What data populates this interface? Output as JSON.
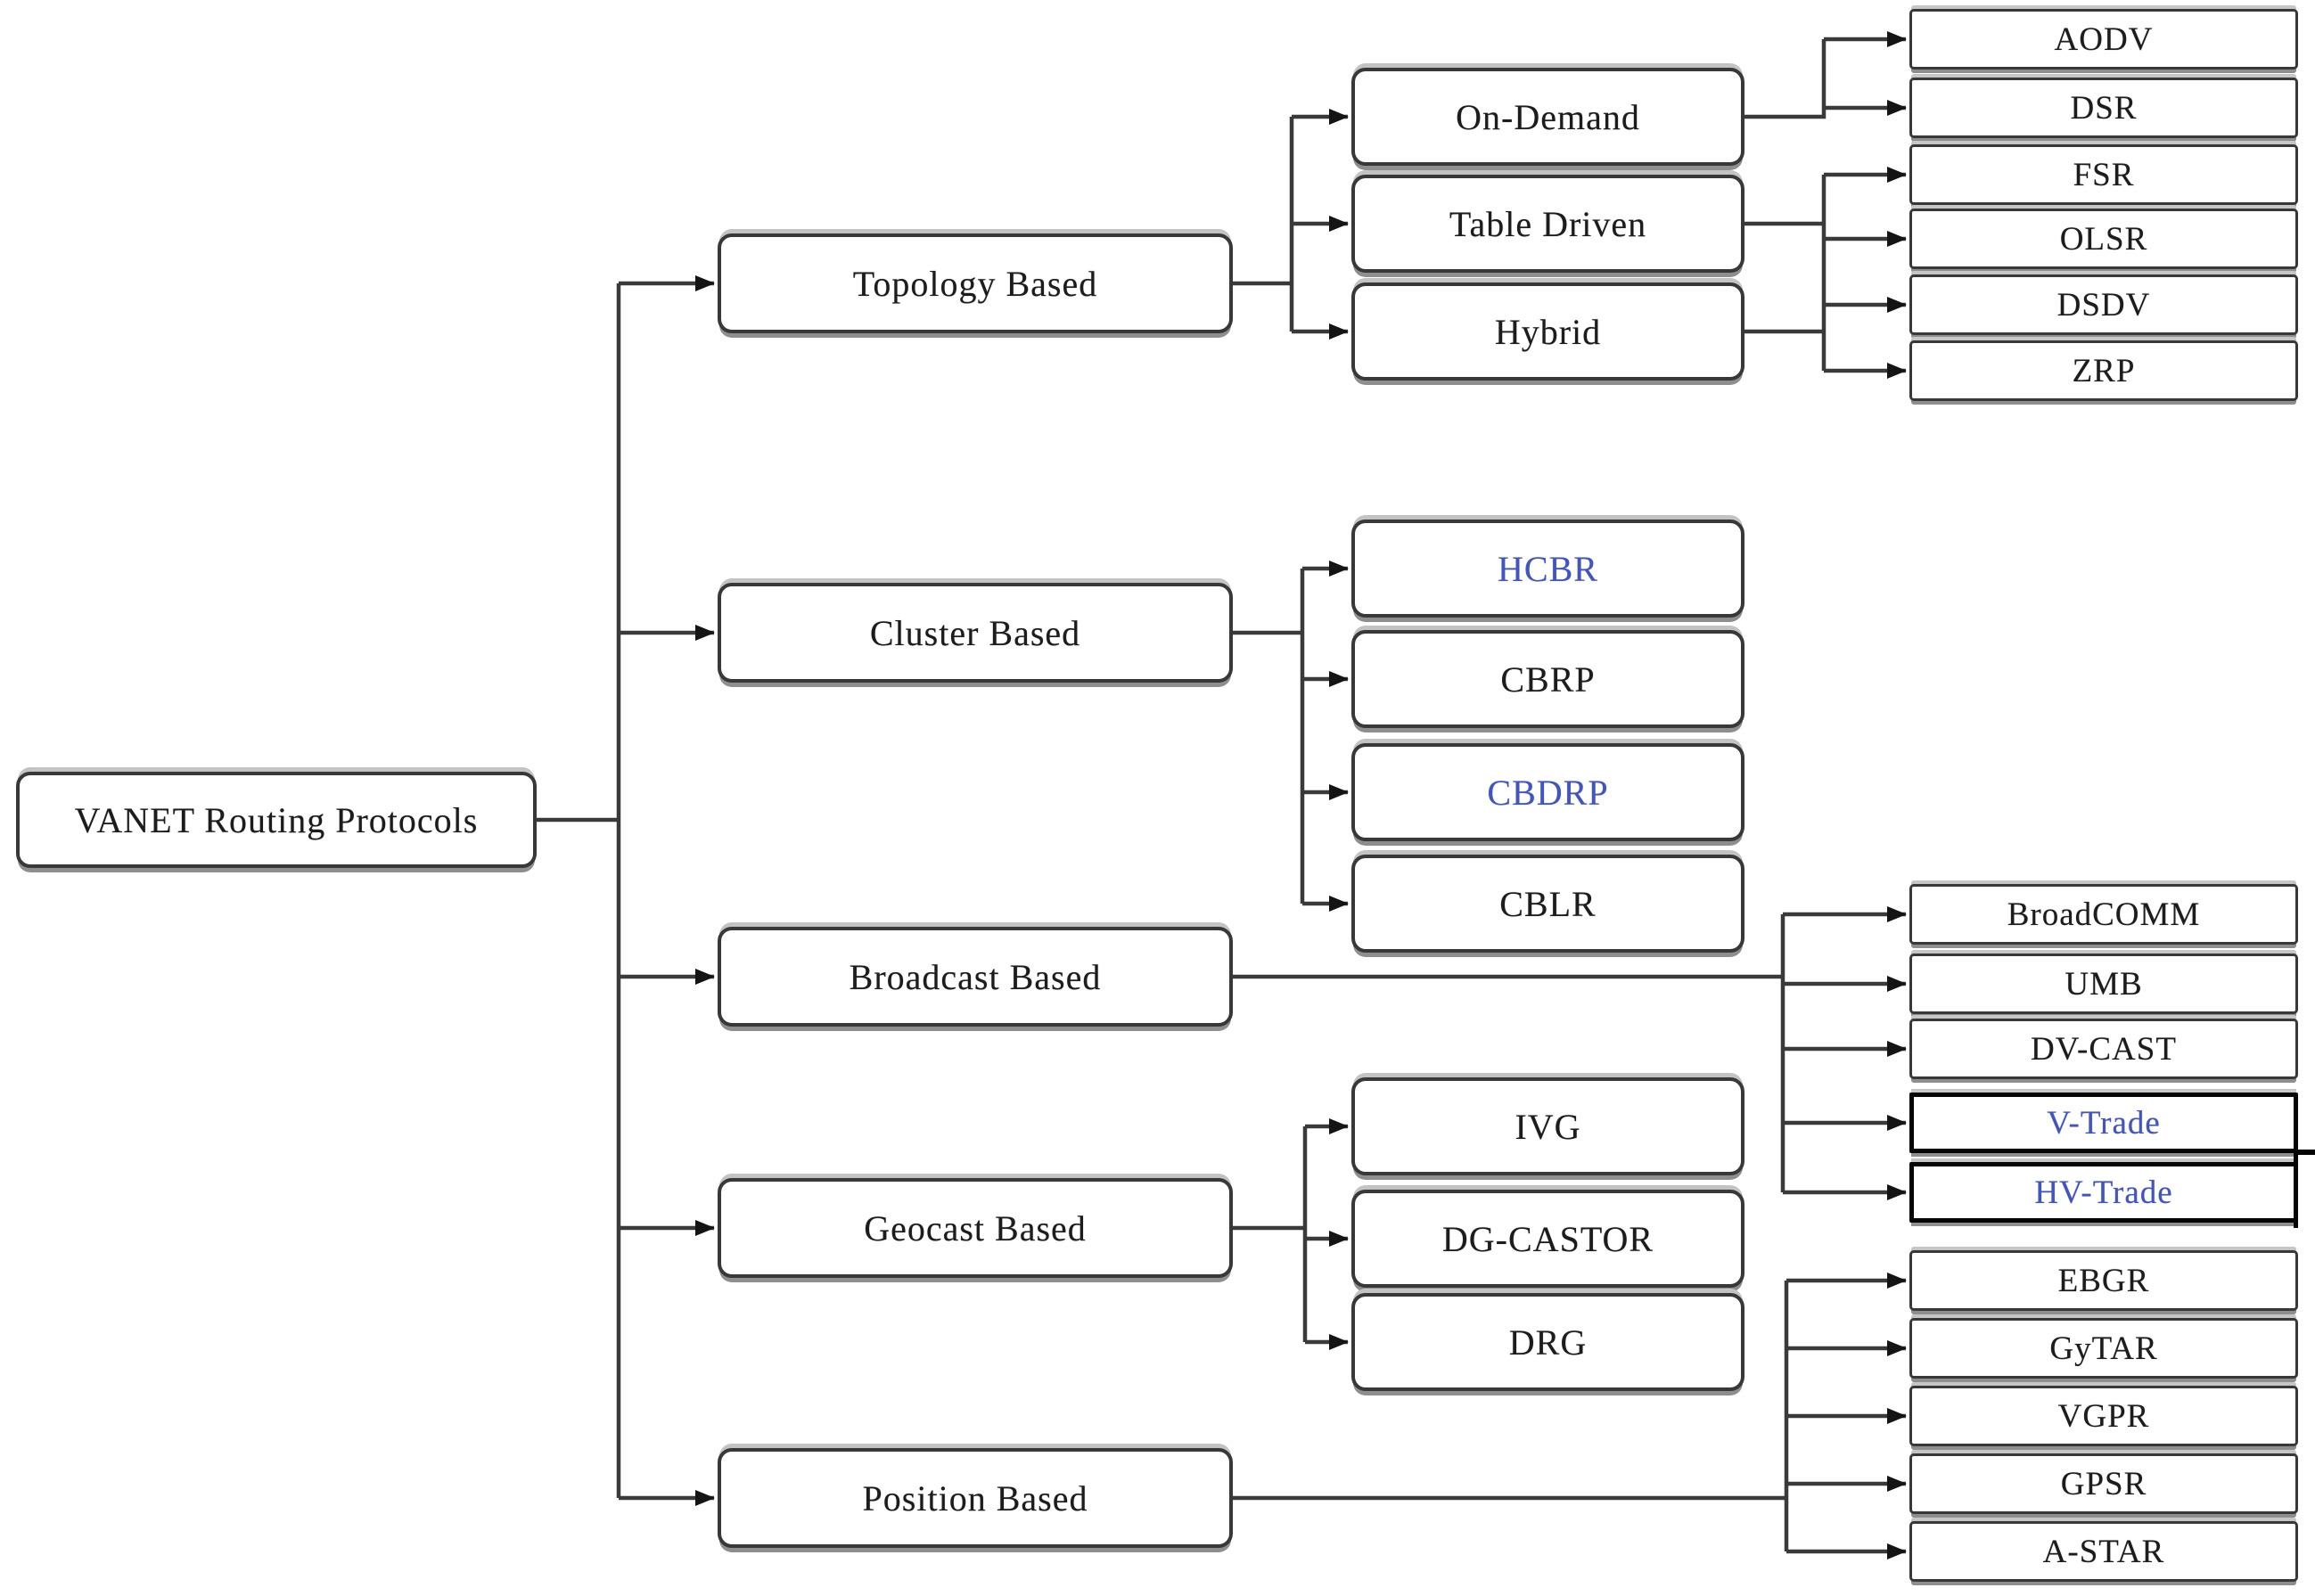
{
  "figure": {
    "background_color": "#ffffff",
    "line_color": "#3a3a3a",
    "text_color": "#1c1c1c",
    "highlight_text_color": "#4356b5",
    "heavy_border_color": "#050505"
  },
  "nodes": {
    "root": {
      "label": "VANET Routing Protocols"
    },
    "topology": {
      "label": "Topology Based"
    },
    "cluster": {
      "label": "Cluster Based"
    },
    "broadcast": {
      "label": "Broadcast Based"
    },
    "geocast": {
      "label": "Geocast Based"
    },
    "position": {
      "label": "Position Based"
    },
    "ondemand": {
      "label": "On-Demand"
    },
    "tabledriven": {
      "label": "Table Driven"
    },
    "hybrid": {
      "label": "Hybrid"
    },
    "aodv": {
      "label": "AODV"
    },
    "dsr": {
      "label": "DSR"
    },
    "fsr": {
      "label": "FSR"
    },
    "olsr": {
      "label": "OLSR"
    },
    "dsdv": {
      "label": "DSDV"
    },
    "zrp": {
      "label": "ZRP"
    },
    "hcbr": {
      "label": "HCBR"
    },
    "cbrp": {
      "label": "CBRP"
    },
    "cbdrp": {
      "label": "CBDRP"
    },
    "cblr": {
      "label": "CBLR"
    },
    "broadcomm": {
      "label": "BroadCOMM"
    },
    "umb": {
      "label": "UMB"
    },
    "dvcast": {
      "label": "DV-CAST"
    },
    "vtrade": {
      "label": "V-Trade"
    },
    "hvtrade": {
      "label": "HV-Trade"
    },
    "ivg": {
      "label": "IVG"
    },
    "dgcastor": {
      "label": "DG-CASTOR"
    },
    "drg": {
      "label": "DRG"
    },
    "ebgr": {
      "label": "EBGR"
    },
    "gytar": {
      "label": "GyTAR"
    },
    "vgpr": {
      "label": "VGPR"
    },
    "gpsr": {
      "label": "GPSR"
    },
    "astar": {
      "label": "A-STAR"
    }
  },
  "hierarchy": {
    "root": "VANET Routing Protocols",
    "categories": [
      "Topology Based",
      "Cluster Based",
      "Broadcast Based",
      "Geocast Based",
      "Position Based"
    ],
    "topology_subtypes": [
      "On-Demand",
      "Table Driven",
      "Hybrid"
    ],
    "on_demand_protocols": [
      "AODV",
      "DSR"
    ],
    "table_driven_and_hybrid_protocols": [
      "FSR",
      "OLSR",
      "DSDV",
      "ZRP"
    ],
    "cluster_protocols": [
      "HCBR",
      "CBRP",
      "CBDRP",
      "CBLR"
    ],
    "broadcast_protocols": [
      "BroadCOMM",
      "UMB",
      "DV-CAST",
      "V-Trade",
      "HV-Trade"
    ],
    "geocast_protocols": [
      "IVG",
      "DG-CASTOR",
      "DRG"
    ],
    "position_protocols": [
      "EBGR",
      "GyTAR",
      "VGPR",
      "GPSR",
      "A-STAR"
    ],
    "highlighted_blue_nodes": [
      "HCBR",
      "CBDRP",
      "V-Trade",
      "HV-Trade"
    ]
  }
}
